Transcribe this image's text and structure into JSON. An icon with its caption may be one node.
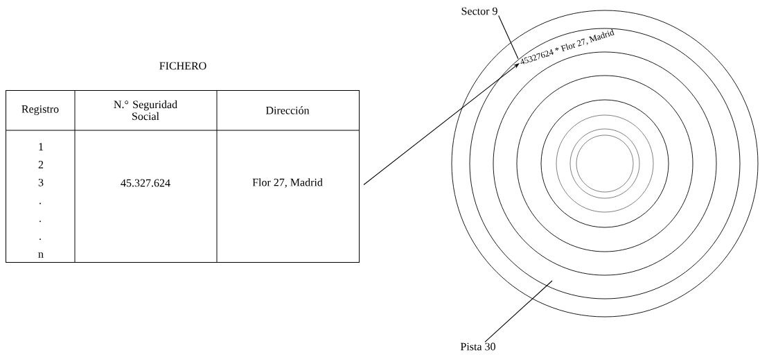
{
  "diagram": {
    "nodes": [
      {
        "text": [
          "FICHERO"
        ]
      },
      {
        "text": [],
        "shape": "circle"
      },
      {
        "text": [
          "45327624 * Flor 27, Madrid"
        ],
        "in": 1
      },
      {
        "text": [
          "Sector 9"
        ]
      },
      {
        "text": [
          "Pista 30"
        ]
      }
    ],
    "edges": [
      {
        "from": 0,
        "to": 2,
        "arrow": "to"
      },
      {
        "from": 3,
        "to": 2,
        "arrow": "none"
      },
      {
        "from": 4,
        "to": null,
        "arrow": "none"
      }
    ],
    "labels": [
      "Registro",
      "N.° Seguridad Social",
      "Dirección",
      "1 2 3 . . . n",
      "45.327.624",
      "Flor 27, Madrid"
    ]
  }
}
